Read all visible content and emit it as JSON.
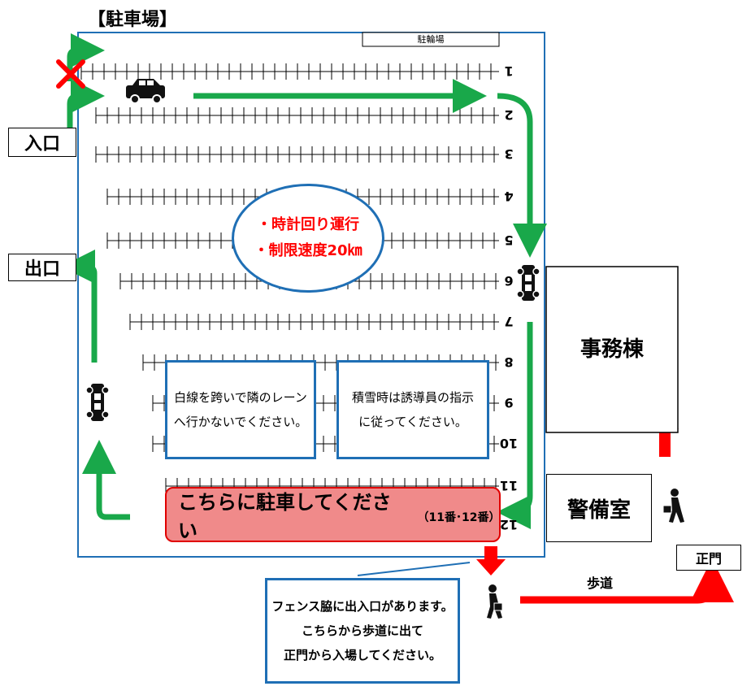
{
  "parking_lot_title": "【駐車場】",
  "bicycle_parking_label": "駐輪場",
  "entrance_label": "入口",
  "exit_label": "出口",
  "rule_lines": [
    "・時計回り運行",
    "・制限速度20㎞"
  ],
  "lane_numbers": [
    "1",
    "2",
    "3",
    "4",
    "5",
    "6",
    "7",
    "8",
    "9",
    "10",
    "11",
    "12"
  ],
  "notice_lane": [
    "白線を跨いで隣のレーン",
    "へ行かないでください。"
  ],
  "notice_snow": [
    "積雪時は誘導員の指示",
    "に従ってください。"
  ],
  "park_here_main": "こちらに駐車してください",
  "park_here_sub": "（11番･12番）",
  "office_building_label": "事務棟",
  "guard_room_label": "警備室",
  "main_gate_label": "正門",
  "sidewalk_label": "歩道",
  "bottom_notice": [
    "フェンス脇に出入口があります。",
    "こちらから歩道に出て",
    "正門から入場してください。"
  ],
  "colors": {
    "green_arrow": "#19a84a",
    "red_arrow": "#ff0000",
    "blue_border": "#1f6fb5",
    "park_fill": "#f08a8a"
  },
  "icons": [
    "car-icon",
    "pedestrian-icon",
    "no-entry-x-icon"
  ]
}
